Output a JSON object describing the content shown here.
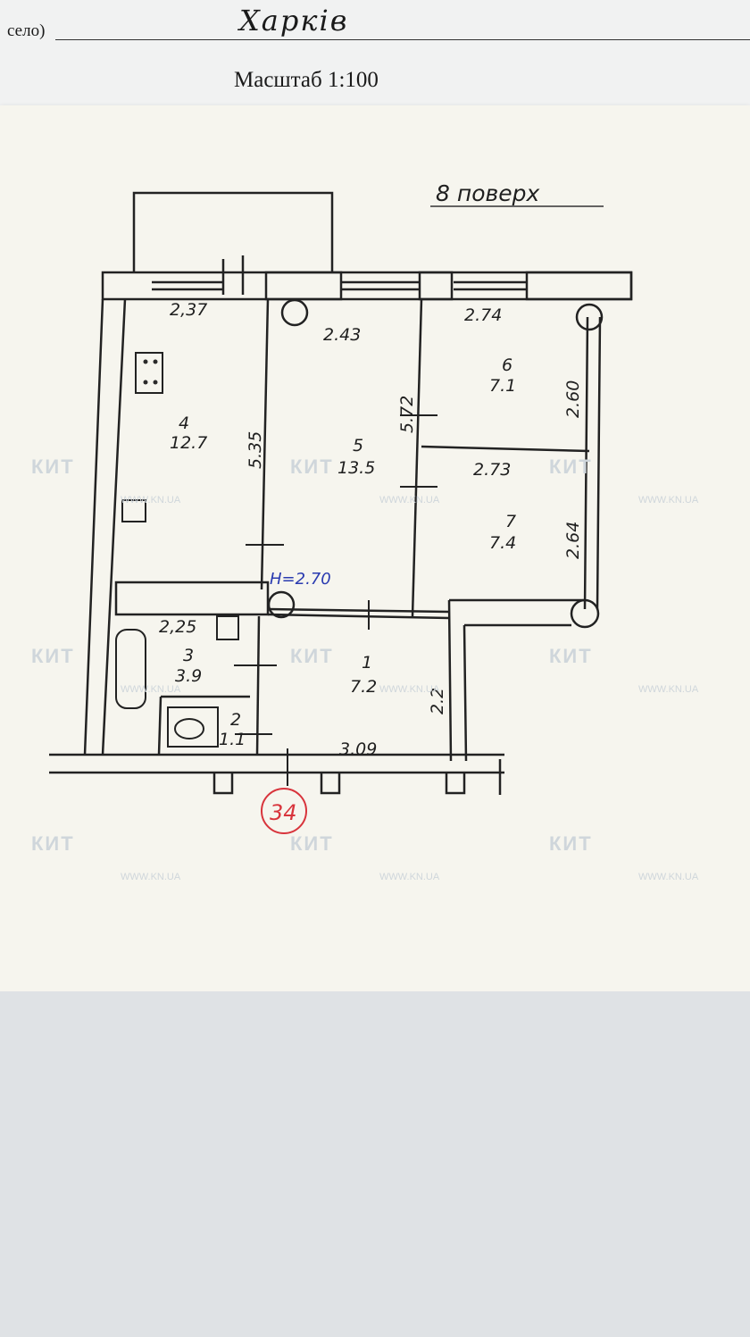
{
  "header": {
    "selo_label": "село)",
    "city": "Харків",
    "scale": "Масштаб 1:100"
  },
  "plan": {
    "floor": "8 поверх",
    "ceiling_height": "H=2.70",
    "stamp": "34",
    "dimensions": {
      "kitchen_width": "2,37",
      "kitchen_length": "5.35",
      "room5_width": "2.43",
      "room5_length": "5.72",
      "room6_width": "2.74",
      "room6_length": "2.60",
      "room7_width": "2.73",
      "room7_length": "2.64",
      "bath_width": "2,25",
      "hall_width": "3.09",
      "hall_length": "2.2"
    },
    "rooms": [
      {
        "number": "4",
        "area": "12.7"
      },
      {
        "number": "5",
        "area": "13.5"
      },
      {
        "number": "6",
        "area": "7.1"
      },
      {
        "number": "7",
        "area": "7.4"
      },
      {
        "number": "3",
        "area": "3.9"
      },
      {
        "number": "2",
        "area": "1.1"
      },
      {
        "number": "1",
        "area": "7.2"
      }
    ]
  },
  "watermark": {
    "logo": "КИТ",
    "url": "WWW.KN.UA",
    "color": "#cfd6db"
  }
}
